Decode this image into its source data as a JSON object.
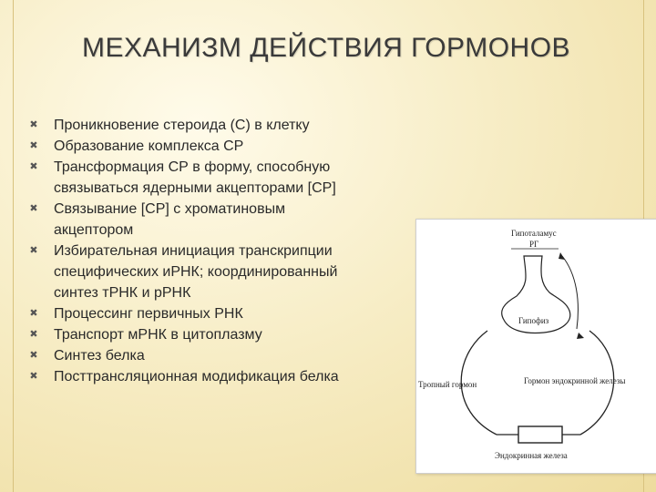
{
  "slide": {
    "title": "МЕХАНИЗМ ДЕЙСТВИЯ ГОРМОНОВ",
    "bullet_icon": "x-mark-icon",
    "bullets": [
      {
        "lines": [
          "Проникновение стероида (С) в клетку"
        ]
      },
      {
        "lines": [
          "Образование комплекса СР"
        ]
      },
      {
        "lines": [
          "Трансформация СР в форму, способную",
          "связываться ядерными акцепторами [СР]"
        ]
      },
      {
        "lines": [
          "Связывание [СР] с хроматиновым",
          "акцептором"
        ]
      },
      {
        "lines": [
          "Избирательная инициация транскрипции",
          "специфических иРНК; координированный",
          "синтез тРНК и рРНК"
        ]
      },
      {
        "lines": [
          "Процессинг первичных РНК"
        ]
      },
      {
        "lines": [
          "Транспорт мРНК в цитоплазму"
        ]
      },
      {
        "lines": [
          "Синтез белка"
        ]
      },
      {
        "lines": [
          "Посттрансляционная модификация белка"
        ]
      }
    ]
  },
  "diagram": {
    "hypothalamus_label_1": "Гипоталамус",
    "hypothalamus_label_2": "РГ",
    "pituitary_label": "Гипофиз",
    "tropic_hormone_label": "Тропный гормон",
    "endocrine_hormone_label": "Гормон эндокринной железы",
    "endocrine_gland_label": "Эндокринная железа"
  }
}
